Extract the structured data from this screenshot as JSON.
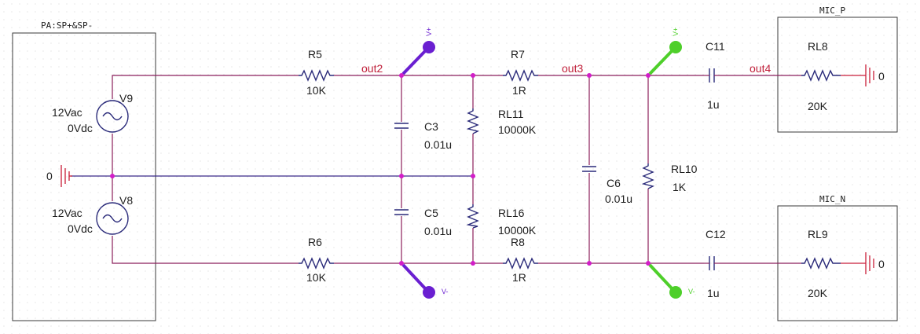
{
  "blocks": {
    "source": {
      "title": "PA:SP+&SP-"
    },
    "mic_p": {
      "title": "MIC_P"
    },
    "mic_n": {
      "title": "MIC_N"
    }
  },
  "ground_label": "0",
  "sources": [
    {
      "ref": "V9",
      "ac": "12Vac",
      "dc": "0Vdc"
    },
    {
      "ref": "V8",
      "ac": "12Vac",
      "dc": "0Vdc"
    }
  ],
  "resistors": {
    "R5": {
      "ref": "R5",
      "value": "10K"
    },
    "R6": {
      "ref": "R6",
      "value": "10K"
    },
    "R7": {
      "ref": "R7",
      "value": "1R"
    },
    "R8": {
      "ref": "R8",
      "value": "1R"
    },
    "RL11": {
      "ref": "RL11",
      "value": "10000K"
    },
    "RL16": {
      "ref": "RL16",
      "value": "10000K"
    },
    "RL10": {
      "ref": "RL10",
      "value": "1K"
    },
    "RL8": {
      "ref": "RL8",
      "value": "20K"
    },
    "RL9": {
      "ref": "RL9",
      "value": "20K"
    }
  },
  "capacitors": {
    "C3": {
      "ref": "C3",
      "value": "0.01u"
    },
    "C5": {
      "ref": "C5",
      "value": "0.01u"
    },
    "C6": {
      "ref": "C6",
      "value": "0.01u"
    },
    "C11": {
      "ref": "C11",
      "value": "1u"
    },
    "C12": {
      "ref": "C12",
      "value": "1u"
    }
  },
  "nets": [
    "out2",
    "out3",
    "out4"
  ],
  "probes": [
    {
      "label": "V+",
      "color": "#6a1fd0"
    },
    {
      "label": "V-",
      "color": "#6a1fd0"
    },
    {
      "label": "V+",
      "color": "#4ecf2a"
    },
    {
      "label": "V-",
      "color": "#4ecf2a"
    }
  ],
  "colors": {
    "wire": "#8a1e5a",
    "component": "#2a2a7a",
    "net_label": "#c0203a",
    "junction": "#d21ec8"
  }
}
